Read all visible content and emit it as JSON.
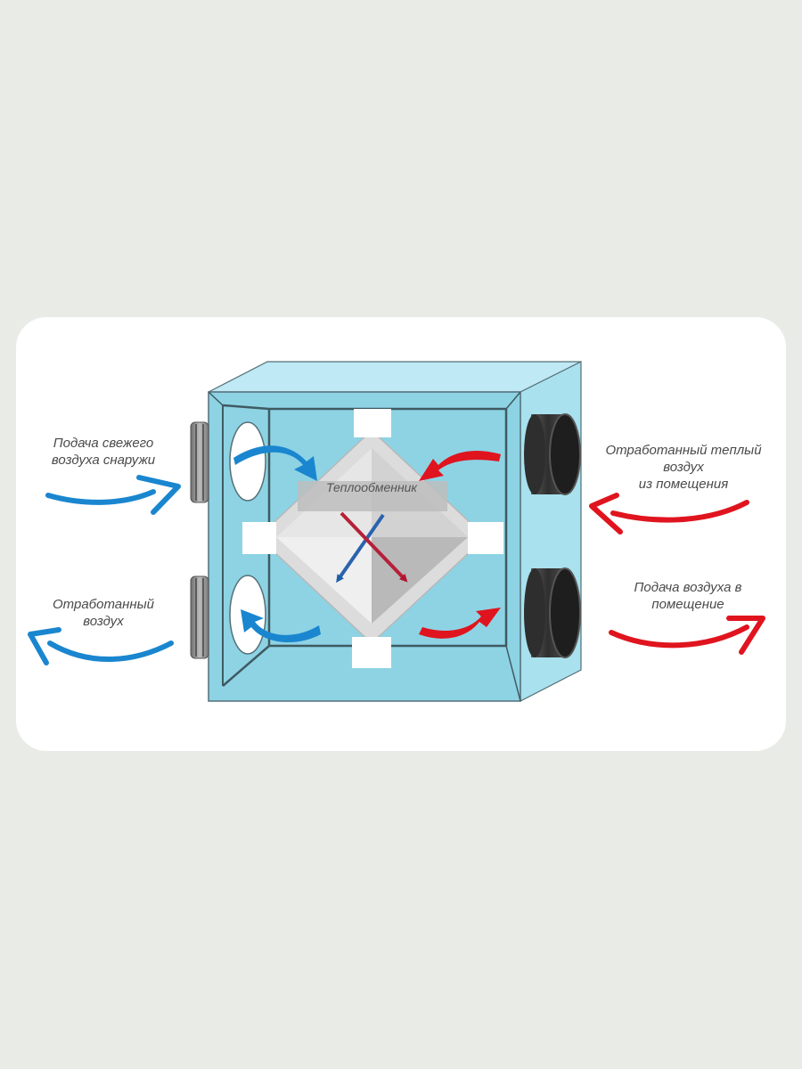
{
  "labels": {
    "fresh_air_in": "Подача свежего\nвоздуха снаружи",
    "exhaust_out": "Отработанный\nвоздух",
    "warm_exhaust_in": "Отработанный теплый\nвоздух\nиз помещения",
    "supply_to_room": "Подача воздуха в\nпомещение",
    "heat_exchanger": "Теплообменник"
  },
  "colors": {
    "background": "#e9ebe6",
    "card": "#ffffff",
    "housing_front": "#8dd3e4",
    "housing_side": "#a9e1ee",
    "housing_top": "#bfe9f4",
    "cold_arrow": "#1a86cf",
    "warm_arrow": "#e0141e",
    "duct_dark": "#3c3c3c",
    "exchanger": "#d8d8d8"
  },
  "icons": {
    "cold_flow": "blue-curved-arrow",
    "warm_flow": "red-curved-arrow"
  }
}
